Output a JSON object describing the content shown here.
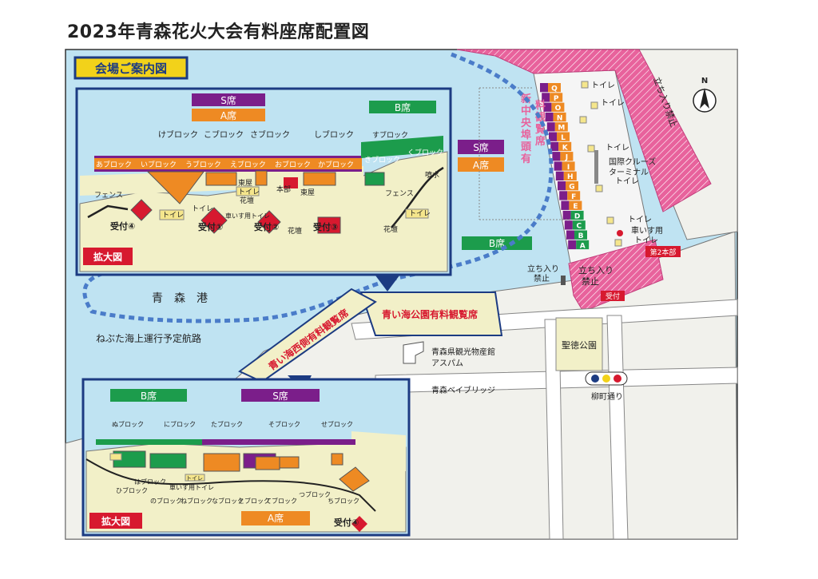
{
  "page_title": "2023年青森花火大会有料座席配置図",
  "legend_title": "会場ご案内図",
  "north": "N",
  "map": {
    "harbor": "青　森　港",
    "nebuta_route": "ねぶた海上運行予定航路",
    "pier_seat": "新中央埠頭有料観覧席",
    "aoumi_park_seat": "青い海公園有料観覧席",
    "aoumi_west_seat": "青い海西側有料観覧席",
    "aspam": "青森県観光物産館\nアスパム",
    "aspam_l1": "青森県観光物産館",
    "aspam_l2": "アスパム",
    "bay_bridge": "青森ベイブリッジ",
    "seitoku_park": "聖徳公園",
    "yanagimachi": "柳町通り",
    "no_entry_1": "立ち入り禁止",
    "no_entry_2_l1": "立ち入り",
    "no_entry_2_l2": "禁止",
    "no_entry_3_l1": "立ち入り",
    "no_entry_3_l2": "禁止",
    "cruise_l1": "国際クルーズ",
    "cruise_l2": "ターミナル",
    "wheelchair_l1": "車いす用",
    "wheelchair_l2": "トイレ",
    "hq2": "第2本部",
    "reception": "受付",
    "toilet": "トイレ",
    "seat_s": "S席",
    "seat_a": "A席",
    "seat_b": "B席",
    "pier_rows": [
      "Q",
      "P",
      "O",
      "N",
      "M",
      "L",
      "K",
      "J",
      "I",
      "H",
      "G",
      "F",
      "E",
      "D",
      "C",
      "B",
      "A"
    ]
  },
  "inset1": {
    "enlarged": "拡大図",
    "seat_s": "S席",
    "seat_a": "A席",
    "seat_b": "B席",
    "block_suffix": "ブロック",
    "blocks_top": [
      "け",
      "こ",
      "さ",
      "し"
    ],
    "blocks_row": [
      "あ",
      "い",
      "う",
      "え",
      "お",
      "か"
    ],
    "blocks_b": [
      "す",
      "き",
      "く"
    ],
    "fence": "フェンス",
    "fence2": "フェンス",
    "toilet": "トイレ",
    "east_bldg": "東屋",
    "flowerbed": "花壇",
    "hq": "本部",
    "fountain": "噴水",
    "wc_toilet": "車いす用トイレ",
    "reception": [
      "受付④",
      "受付①",
      "受付②",
      "受付③"
    ]
  },
  "inset2": {
    "enlarged": "拡大図",
    "seat_b": "B席",
    "seat_s": "S席",
    "seat_a": "A席",
    "block_suffix": "ブロック",
    "blocks_top": [
      "ぬ",
      "に",
      "た",
      "そ",
      "せ"
    ],
    "blocks_bottom": [
      "ひ",
      "は",
      "の",
      "ね",
      "な",
      "と",
      "て",
      "つ",
      "ち"
    ],
    "toilet": "トイレ",
    "wc_toilet": "車いす用トイレ",
    "reception": "受付④"
  },
  "colors": {
    "sea": "#bfe3f2",
    "land": "#f1f1ec",
    "park": "#f2f0c8",
    "pink": "#e8629c",
    "navy": "#1c3b82",
    "purple": "#7b1e8a",
    "orange": "#ee8a23",
    "green": "#1c9c4c",
    "red": "#d7192f",
    "route": "#4a7cc9"
  }
}
